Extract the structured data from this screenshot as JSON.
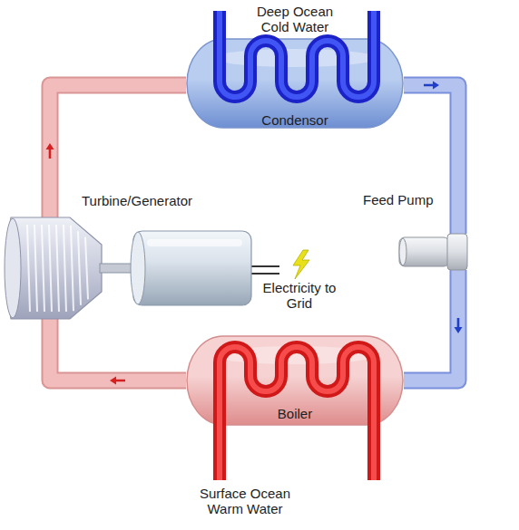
{
  "diagram": {
    "nodes": [
      {
        "text": [
          "Condensor"
        ]
      },
      {
        "text": [
          "Turbine/Generator"
        ]
      },
      {
        "text": [
          "Feed Pump"
        ]
      },
      {
        "text": [
          "Boiler"
        ]
      }
    ],
    "edges": [
      {
        "from": 3,
        "to": 1,
        "arrow": "to"
      },
      {
        "from": 1,
        "to": 0,
        "arrow": "to"
      },
      {
        "from": 0,
        "to": 2,
        "arrow": "to"
      },
      {
        "from": 2,
        "to": 3,
        "arrow": "to"
      }
    ],
    "labels": [
      "Deep Ocean Cold Water",
      "Electricity to Grid",
      "Surface Ocean Warm Water"
    ]
  }
}
